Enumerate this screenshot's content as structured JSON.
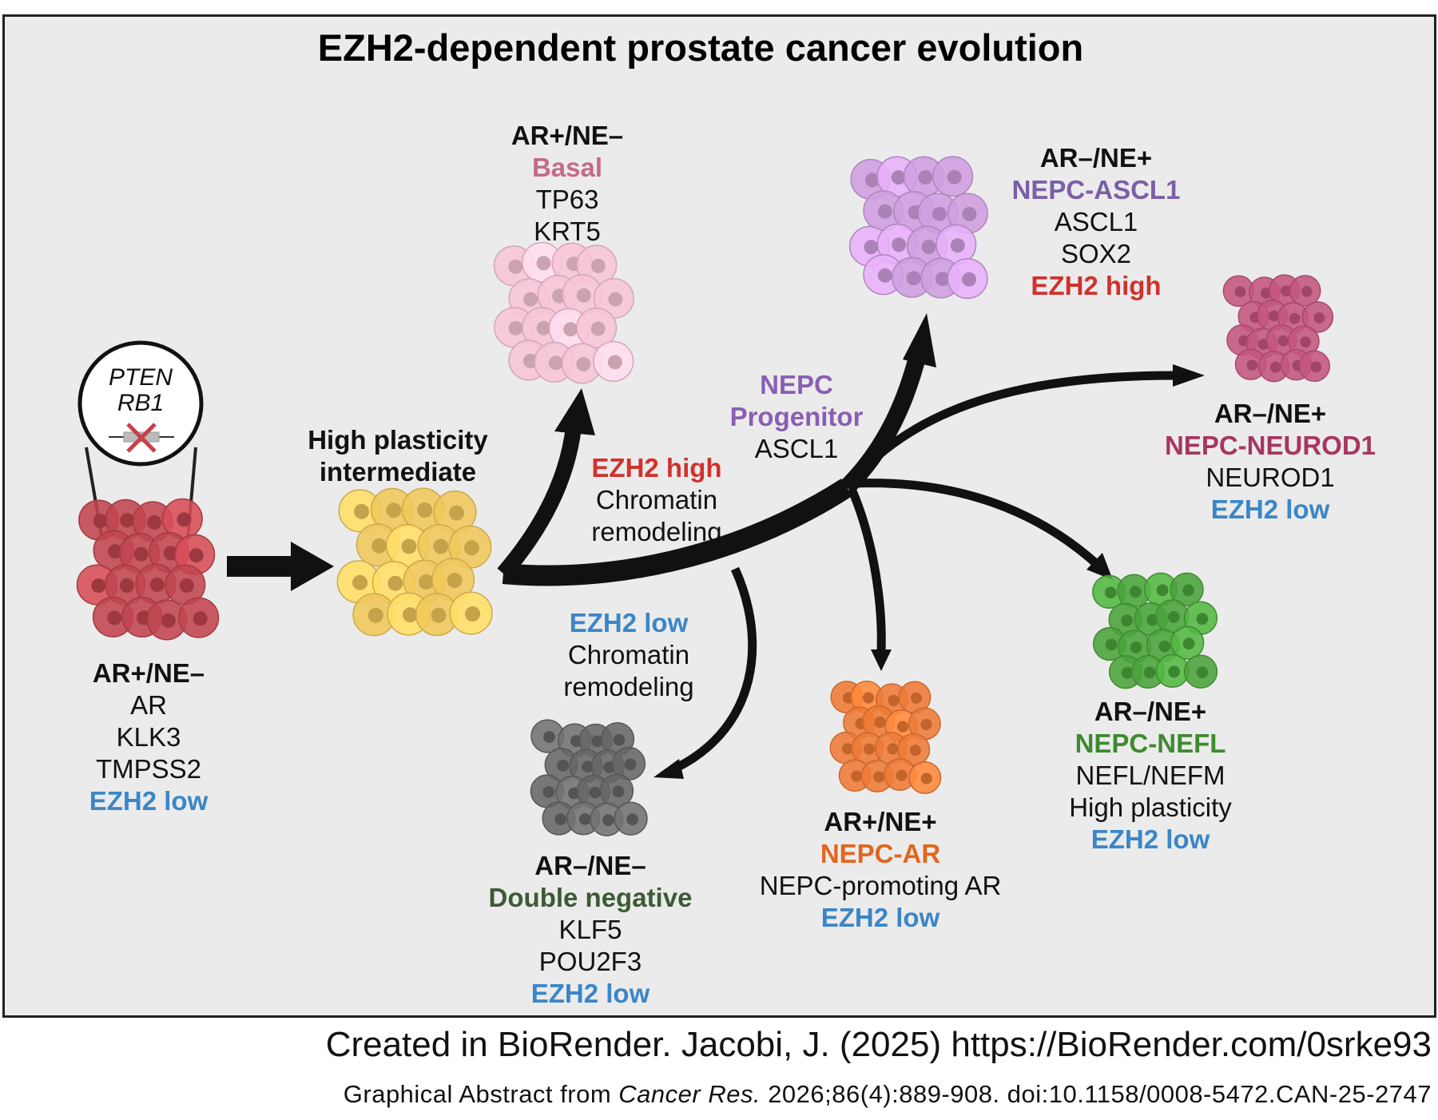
{
  "title": "EZH2-dependent prostate cancer evolution",
  "colors": {
    "background": "#ebebeb",
    "ezh2_high": "#d0312d",
    "ezh2_low": "#3a86c8",
    "basal": "#c46a8a",
    "nepc_ascl1": "#7b5ea7",
    "nepc_progenitor": "#8a5fb3",
    "nepc_neurod1": "#a83560",
    "nepc_nefl": "#3f8a2f",
    "nepc_ar": "#e0661f",
    "double_negative": "#3d5a35"
  },
  "gene_loss": {
    "genes": [
      "PTEN",
      "RB1"
    ],
    "icon": "deleted-gene-icon"
  },
  "clusters": {
    "origin": {
      "cell_color": "#c0444e",
      "icon": "red-cell-cluster-icon"
    },
    "intermediate": {
      "cell_color": "#f0c75a",
      "icon": "yellow-cell-cluster-icon"
    },
    "basal": {
      "cell_color": "#f7c5d6",
      "icon": "pink-cell-cluster-icon"
    },
    "ascl1": {
      "cell_color": "#cf9ee0",
      "icon": "purple-cell-cluster-icon"
    },
    "neurod1": {
      "cell_color": "#c4557f",
      "icon": "magenta-cell-cluster-icon"
    },
    "nefl": {
      "cell_color": "#4aa33a",
      "icon": "green-cell-cluster-icon"
    },
    "nepc_ar": {
      "cell_color": "#ee7a35",
      "icon": "orange-cell-cluster-icon"
    },
    "double_negative": {
      "cell_color": "#666666",
      "icon": "grey-cell-cluster-icon"
    }
  },
  "nodes": {
    "origin": {
      "status": "AR+/NE–",
      "markers": [
        "AR",
        "KLK3",
        "TMPSS2"
      ],
      "ezh2": "EZH2 low"
    },
    "intermediate": {
      "lines": [
        "High plasticity",
        "intermediate"
      ]
    },
    "basal": {
      "status": "AR+/NE–",
      "name": "Basal",
      "markers": [
        "TP63",
        "KRT5"
      ]
    },
    "ascl1": {
      "status": "AR–/NE+",
      "name": "NEPC-ASCL1",
      "markers": [
        "ASCL1",
        "SOX2"
      ],
      "ezh2": "EZH2 high"
    },
    "progenitor": {
      "name_lines": [
        "NEPC",
        "Progenitor"
      ],
      "marker": "ASCL1"
    },
    "neurod1": {
      "status": "AR–/NE+",
      "name": "NEPC-NEUROD1",
      "markers": [
        "NEUROD1"
      ],
      "ezh2": "EZH2 low"
    },
    "nefl": {
      "status": "AR–/NE+",
      "name": "NEPC-NEFL",
      "markers": [
        "NEFL/NEFM",
        "High plasticity"
      ],
      "ezh2": "EZH2 low"
    },
    "nepc_ar": {
      "status": "AR+/NE+",
      "name": "NEPC-AR",
      "markers": [
        "NEPC-promoting AR"
      ],
      "ezh2": "EZH2 low"
    },
    "double_negative": {
      "status": "AR–/NE–",
      "name": "Double negative",
      "markers": [
        "KLF5",
        "POU2F3"
      ],
      "ezh2": "EZH2 low"
    }
  },
  "pathways": {
    "high": {
      "ezh2": "EZH2 high",
      "lines": [
        "Chromatin",
        "remodeling"
      ]
    },
    "low": {
      "ezh2": "EZH2 low",
      "lines": [
        "Chromatin",
        "remodeling"
      ]
    }
  },
  "footer": {
    "credit": "Created in BioRender. Jacobi, J. (2025) https://BioRender.com/0srke93",
    "cite_prefix": "Graphical Abstract from ",
    "cite_journal": "Cancer Res.",
    "cite_rest": " 2026;86(4):889-908. doi:10.1158/0008-5472.CAN-25-2747"
  }
}
